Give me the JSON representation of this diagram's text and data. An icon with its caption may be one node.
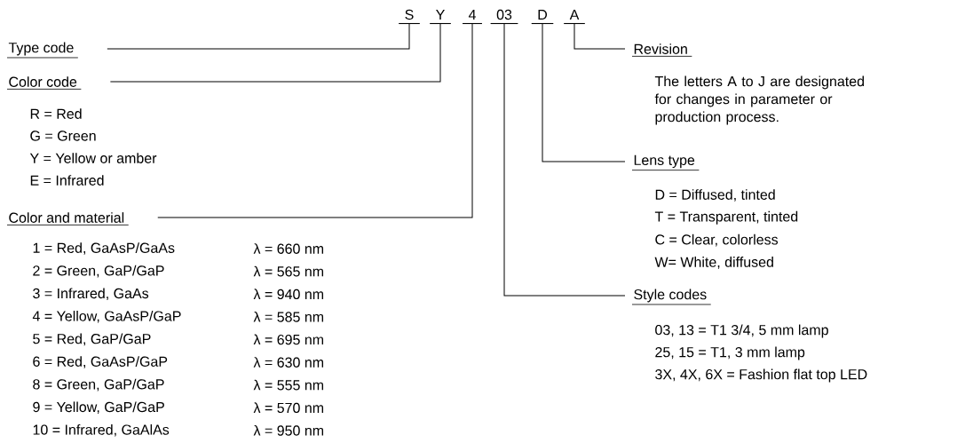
{
  "diagram": {
    "nodes": [
      {
        "text": [
          "S"
        ]
      },
      {
        "text": [
          "Y"
        ]
      },
      {
        "text": [
          "4"
        ]
      },
      {
        "text": [
          "03"
        ]
      },
      {
        "text": [
          "D"
        ]
      },
      {
        "text": [
          "A"
        ]
      },
      {
        "text": [
          "Type code"
        ]
      },
      {
        "text": [
          "Color code"
        ],
        "beside": [
          "R = Red",
          "G = Green",
          "Y = Yellow or amber",
          "E = Infrared"
        ]
      },
      {
        "text": [
          "Color and material"
        ],
        "beside": [
          "1 = Red, GaAsP/GaAs",
          "λ = 660 nm",
          "2 = Green, GaP/GaP",
          "λ = 565 nm",
          "3 = Infrared, GaAs",
          "λ = 940 nm",
          "4 = Yellow, GaAsP/GaP",
          "λ = 585 nm",
          "5 = Red, GaP/GaP",
          "λ = 695 nm",
          "6 = Red, GaAsP/GaP",
          "λ = 630 nm",
          "8 = Green, GaP/GaP",
          "λ = 555 nm",
          "9 = Yellow, GaP/GaP",
          "λ = 570 nm",
          "10 = Infrared, GaAlAs",
          "λ = 950 nm"
        ]
      },
      {
        "text": [
          "Revision"
        ],
        "beside": [
          "The letters A to J are designated for changes in parameter or production process."
        ]
      },
      {
        "text": [
          "Lens type"
        ],
        "beside": [
          "D = Diffused, tinted",
          "T = Transparent, tinted",
          "C = Clear, colorless",
          "W= White, diffused"
        ]
      },
      {
        "text": [
          "Style codes"
        ],
        "beside": [
          "03, 13 = T1 3/4, 5 mm lamp",
          "25, 15 = T1, 3 mm lamp",
          "3X, 4X, 6X = Fashion flat top LED"
        ]
      }
    ],
    "edges": [
      {
        "from": 6,
        "to": 0,
        "arrow": "none"
      },
      {
        "from": 7,
        "to": 1,
        "arrow": "none"
      },
      {
        "from": 8,
        "to": 2,
        "arrow": "none"
      },
      {
        "from": 9,
        "to": 5,
        "arrow": "none"
      },
      {
        "from": 10,
        "to": 4,
        "arrow": "none"
      },
      {
        "from": 11,
        "to": 3,
        "arrow": "none"
      }
    ]
  }
}
